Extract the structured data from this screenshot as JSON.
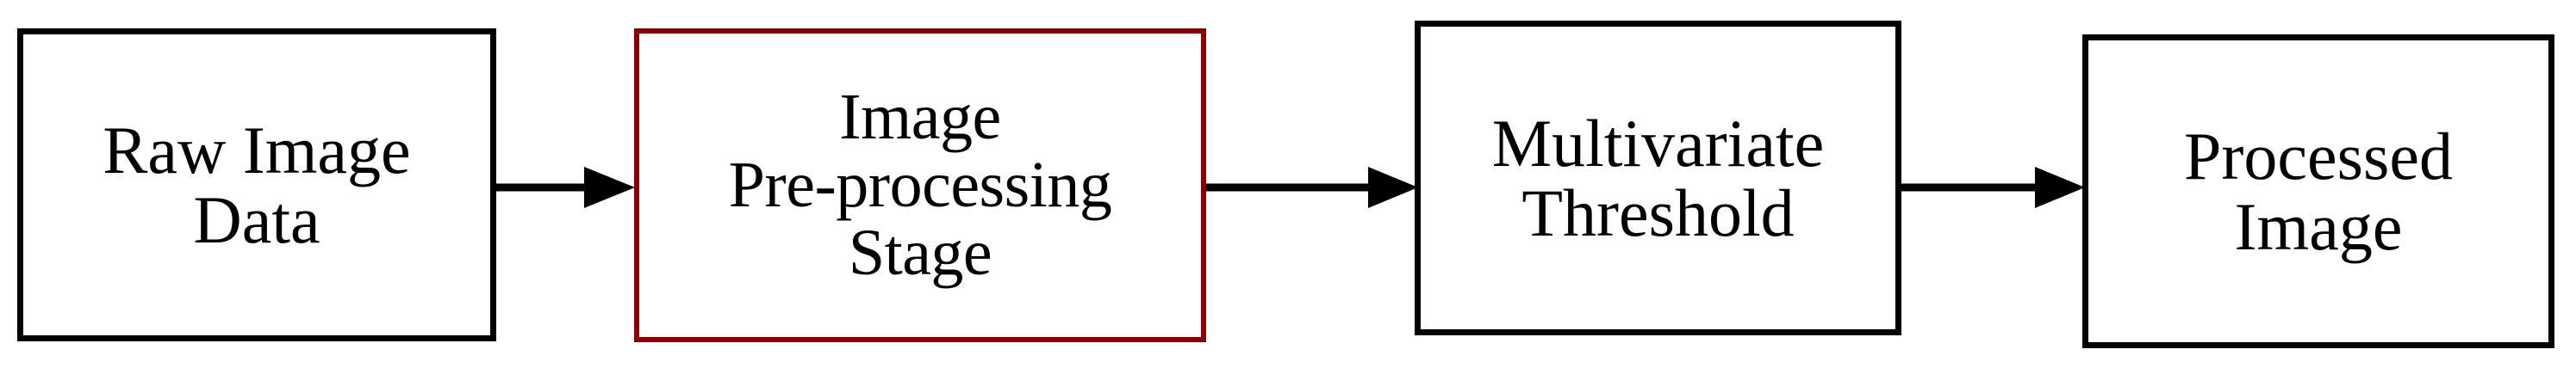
{
  "diagram": {
    "title": "Image processing pipeline block diagram",
    "orientation": "left-to-right",
    "background_color": "#FFFFFF",
    "default_border_color": "#000000",
    "highlight_border_color": "#8B0000",
    "text_color": "#000000",
    "nodes": [
      {
        "id": "raw-image-data",
        "label": "Raw Image\nData",
        "lines": [
          "Raw Image",
          "Data"
        ],
        "border_color": "#000000",
        "highlighted": false
      },
      {
        "id": "preprocessing-stage",
        "label": "Image\nPre-processing\nStage",
        "lines": [
          "Image",
          "Pre-processing",
          "Stage"
        ],
        "border_color": "#8B0000",
        "highlighted": true
      },
      {
        "id": "multivariate-threshold",
        "label": "Multivariate\nThreshold",
        "lines": [
          "Multivariate",
          "Threshold"
        ],
        "border_color": "#000000",
        "highlighted": false
      },
      {
        "id": "processed-image",
        "label": "Processed\nImage",
        "lines": [
          "Processed",
          "Image"
        ],
        "border_color": "#000000",
        "highlighted": false
      }
    ],
    "edges": [
      {
        "id": "edge-1",
        "from": "raw-image-data",
        "to": "preprocessing-stage",
        "color": "#000000",
        "style": "solid-arrow"
      },
      {
        "id": "edge-2",
        "from": "preprocessing-stage",
        "to": "multivariate-threshold",
        "color": "#000000",
        "style": "solid-arrow"
      },
      {
        "id": "edge-3",
        "from": "multivariate-threshold",
        "to": "processed-image",
        "color": "#000000",
        "style": "solid-arrow"
      }
    ]
  }
}
